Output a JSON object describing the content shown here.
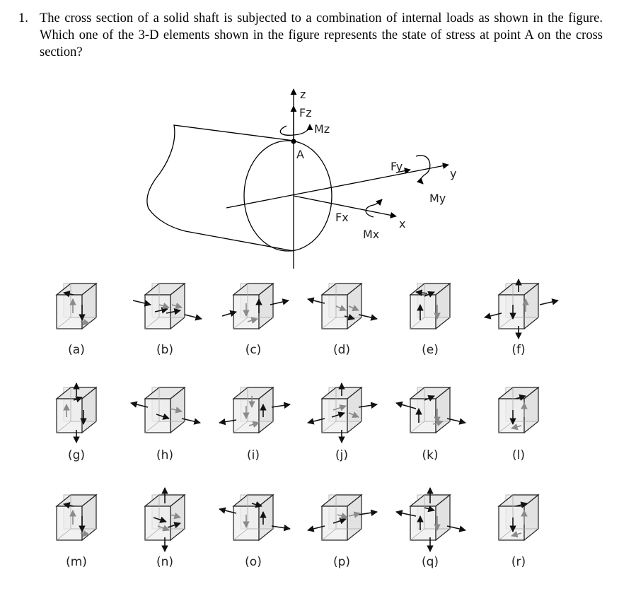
{
  "question": {
    "number": "1.",
    "text": "The cross section of a solid shaft is subjected to a combination of internal loads as shown in the figure. Which one of the 3-D elements shown in the figure represents the state of stress at point A on the cross section?"
  },
  "figure": {
    "labels": {
      "z": "z",
      "fz": "Fz",
      "mz": "Mz",
      "a": "A",
      "fy": "Fy",
      "y": "y",
      "my": "My",
      "fx": "Fx",
      "x": "x",
      "mx": "Mx"
    }
  },
  "options": [
    {
      "label": "(a)"
    },
    {
      "label": "(b)"
    },
    {
      "label": "(c)"
    },
    {
      "label": "(d)"
    },
    {
      "label": "(e)"
    },
    {
      "label": "(f)"
    },
    {
      "label": "(g)"
    },
    {
      "label": "(h)"
    },
    {
      "label": "(i)"
    },
    {
      "label": "(j)"
    },
    {
      "label": "(k)"
    },
    {
      "label": "(l)"
    },
    {
      "label": "(m)"
    },
    {
      "label": "(n)"
    },
    {
      "label": "(o)"
    },
    {
      "label": "(p)"
    },
    {
      "label": "(q)"
    },
    {
      "label": "(r)"
    }
  ]
}
